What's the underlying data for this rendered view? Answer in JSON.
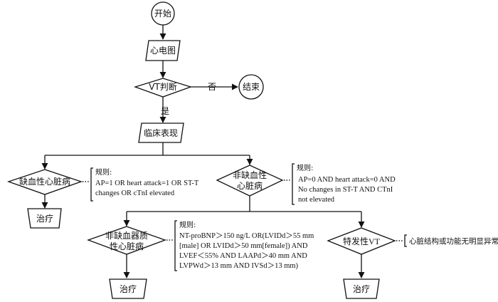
{
  "nodes": {
    "start": "开始",
    "ecg": "心电图",
    "vt_judge": "VT判断",
    "no_label": "否",
    "end": "结束",
    "yes_label": "是",
    "clinical": "临床表现",
    "ischemic": "缺血性心脏病",
    "non_ischemic_line1": "非缺血性",
    "non_ischemic_line2": "心脏病",
    "treat_1": "治疗",
    "non_isch_struct_line1": "非缺血器质",
    "non_isch_struct_line2": "性心脏病",
    "idiopathic": "特发性VT",
    "treat_2": "治疗",
    "treat_3": "治疗"
  },
  "rules": {
    "ischemic": {
      "head": "规则:",
      "lines": [
        "AP=1  OR heart attack=1 OR ST-T",
        "changes OR cTnI elevated"
      ]
    },
    "non_ischemic": {
      "head": "规则:",
      "lines": [
        "AP=0 AND heart attack=0 AND",
        "No changes in ST-T AND CTnI",
        "not elevated"
      ]
    },
    "structural": {
      "head": "规则:",
      "lines": [
        "NT-proBNP＞150 ng/L OR(LVIDd＞55 mm",
        "[male] OR LVIDd＞50 mm[female]) AND",
        "LVEF＜55% AND LAAPd＞40 mm AND",
        "LVPWd＞13 mm AND IVSd＞13 mm)"
      ]
    },
    "idiopathic": {
      "text": "心脏结构或功能无明显异常"
    }
  }
}
